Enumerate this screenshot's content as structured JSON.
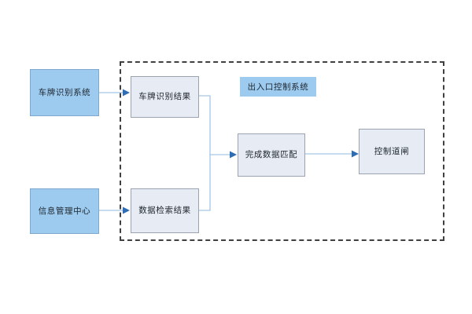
{
  "diagram": {
    "title_label": "出入口控制系统",
    "nodes": [
      {
        "id": "lpr-system",
        "label": "车牌识别系统",
        "kind": "source"
      },
      {
        "id": "info-center",
        "label": "信息管理中心",
        "kind": "source"
      },
      {
        "id": "lpr-result",
        "label": "车牌识别结果",
        "kind": "process"
      },
      {
        "id": "search-result",
        "label": "数据检索结果",
        "kind": "process"
      },
      {
        "id": "data-match",
        "label": "完成数据匹配",
        "kind": "process"
      },
      {
        "id": "gate-control",
        "label": "控制道闸",
        "kind": "process"
      }
    ],
    "edges": [
      {
        "from": "lpr-system",
        "to": "lpr-result"
      },
      {
        "from": "info-center",
        "to": "search-result"
      },
      {
        "from": "lpr-result",
        "to": "data-match"
      },
      {
        "from": "search-result",
        "to": "data-match"
      },
      {
        "from": "data-match",
        "to": "gate-control"
      }
    ],
    "colors": {
      "source_fill": "#9DCBF0",
      "source_border": "#7FA8CC",
      "process_fill": "#E6EBF4",
      "process_border": "#9AA3AF",
      "edge_line": "#A8C6E6",
      "edge_head": "#2E6DB4",
      "group_border": "#404040",
      "text": "#20282F",
      "background": "#FFFFFF"
    }
  }
}
